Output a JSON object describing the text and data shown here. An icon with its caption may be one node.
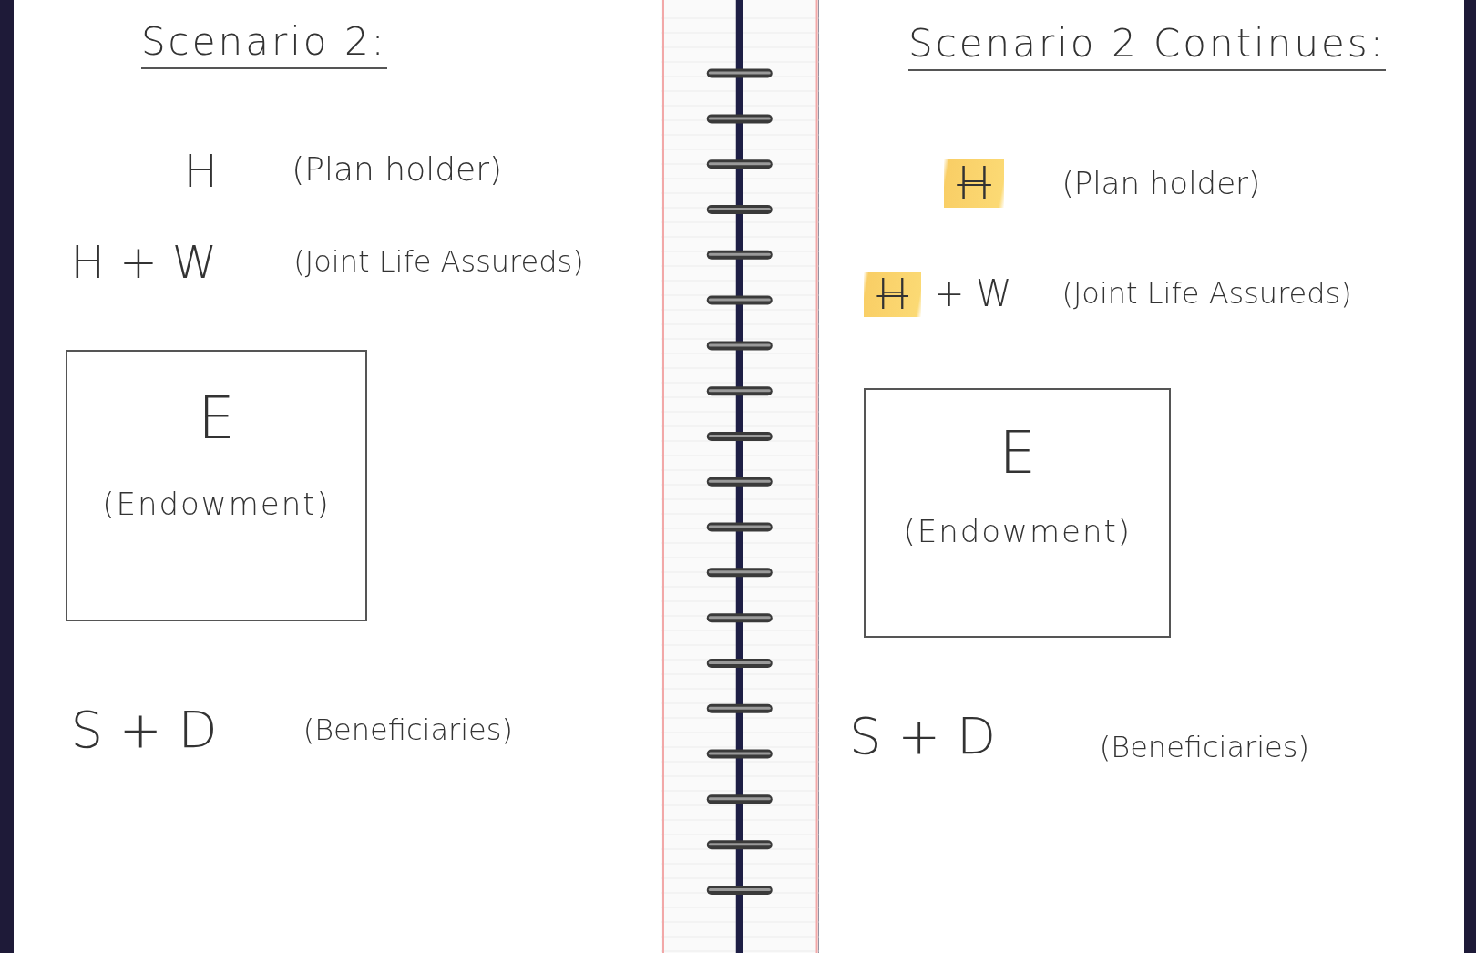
{
  "diagram": {
    "nodes": [
      {
        "text": [
          "Scenario 2:"
        ]
      },
      {
        "text": [
          "E",
          "(Endowment)"
        ],
        "in": 0
      },
      {
        "text": [
          "Scenario 2 Continues:"
        ]
      },
      {
        "text": [
          "E",
          "(Endowment)"
        ],
        "in": 2
      }
    ],
    "edges": [],
    "labels": [
      "H",
      "(Plan holder)",
      "H + W",
      "(Joint Life Assureds)",
      "S + D",
      "(Beneficiaries)",
      "H",
      "(Plan holder)",
      "H",
      "+ W",
      "(Joint Life Assureds)",
      "S + D",
      "(Beneficiaries)"
    ]
  }
}
